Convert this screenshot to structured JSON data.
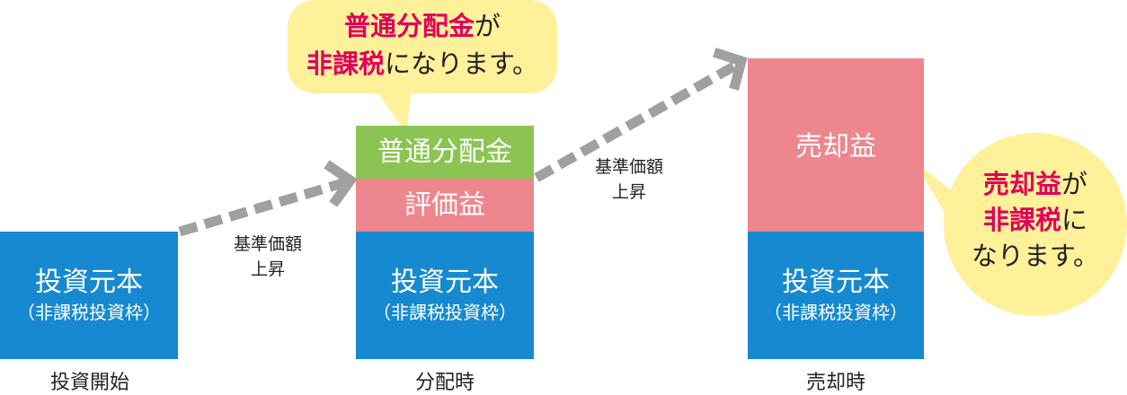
{
  "colors": {
    "principal": "#1689d0",
    "gain": "#ed868d",
    "dividend": "#8cc454",
    "bubble": "#fff09a",
    "highlight": "#e0005a",
    "arrow": "#a0a0a0"
  },
  "stage1": {
    "principal": "投資元本",
    "principal_note": "（非課税投資枠）",
    "caption": "投資開始"
  },
  "rise1": {
    "line1": "基準価額",
    "line2": "上昇"
  },
  "stage2": {
    "dividend": "普通分配金",
    "gain": "評価益",
    "principal": "投資元本",
    "principal_note": "（非課税投資枠）",
    "caption": "分配時"
  },
  "bubble1": {
    "line1_red": "普通分配金",
    "line1_rest": "が",
    "line2_red": "非課税",
    "line2_rest": "になります。"
  },
  "rise2": {
    "line1": "基準価額",
    "line2": "上昇"
  },
  "stage3": {
    "gain": "売却益",
    "principal": "投資元本",
    "principal_note": "（非課税投資枠）",
    "caption": "売却時"
  },
  "bubble2": {
    "line1_red": "売却益",
    "line1_rest": "が",
    "line2_red": "非課税",
    "line2_rest": "に",
    "line3": "なります。"
  }
}
